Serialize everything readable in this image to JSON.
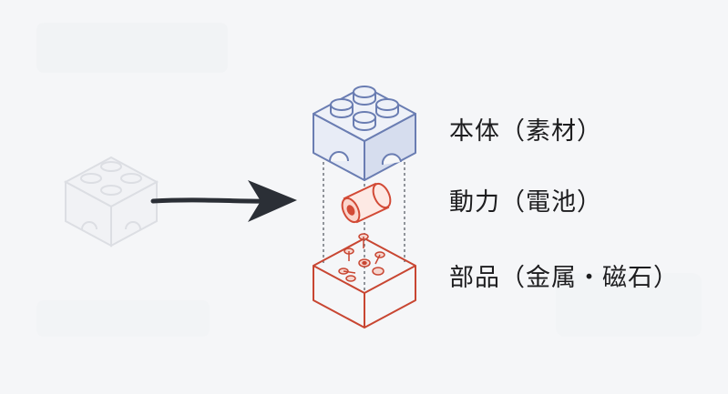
{
  "labels": {
    "body": "本体（素材）",
    "power": "動力（電池）",
    "parts": "部品（金属・磁石）"
  },
  "colors": {
    "background": "#f5f6f8",
    "ghost_brick": "#dfe1e6",
    "body_fill": "#e8ecf6",
    "body_stroke": "#6a7db2",
    "body_side": "#d6ddee",
    "power_stroke": "#d24a36",
    "power_fill": "#fde9e4",
    "parts_stroke": "#c84632",
    "arrow": "#2b2f36",
    "guide_line": "#5a5f69"
  },
  "icons": [
    "ghost-lego-brick-icon",
    "arrow-icon",
    "lego-brick-icon",
    "battery-icon",
    "open-box-icon",
    "screw-icon",
    "magnet-icon"
  ]
}
